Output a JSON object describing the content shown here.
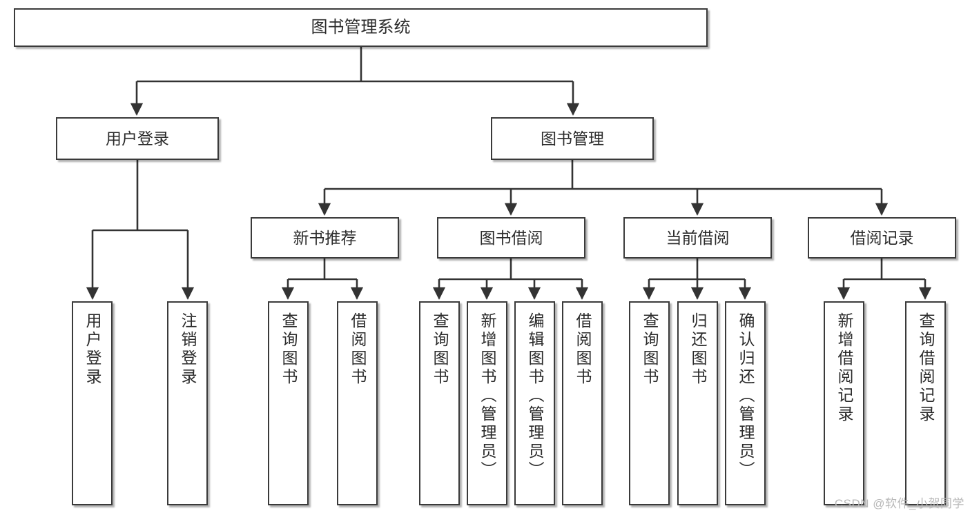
{
  "diagram": {
    "title": "图书管理系统",
    "type": "hierarchy-tree",
    "colors": {
      "box_border": "#3a3a3a",
      "box_fill": "#ffffff",
      "edge": "#333333",
      "text": "#2b2b2b",
      "watermark": "#b8b8b8",
      "background": "#ffffff"
    },
    "nodes": {
      "root": {
        "label": "图书管理系统",
        "level": 1
      },
      "l2": [
        {
          "id": "user-login",
          "label": "用户登录",
          "level": 2
        },
        {
          "id": "book-management",
          "label": "图书管理",
          "level": 2
        }
      ],
      "l3": [
        {
          "id": "new-book-recommend",
          "label": "新书推荐",
          "level": 3,
          "parent": "book-management"
        },
        {
          "id": "book-borrow",
          "label": "图书借阅",
          "level": 3,
          "parent": "book-management"
        },
        {
          "id": "current-borrow",
          "label": "当前借阅",
          "level": 3,
          "parent": "book-management"
        },
        {
          "id": "borrow-record",
          "label": "借阅记录",
          "level": 3,
          "parent": "book-management"
        }
      ],
      "leaves": [
        {
          "id": "leaf-user-login",
          "label": "用户登录",
          "parent": "user-login"
        },
        {
          "id": "leaf-logout-login",
          "label": "注销登录",
          "parent": "user-login"
        },
        {
          "id": "leaf-query-book-1",
          "label": "查询图书",
          "parent": "new-book-recommend"
        },
        {
          "id": "leaf-borrow-book-1",
          "label": "借阅图书",
          "parent": "new-book-recommend"
        },
        {
          "id": "leaf-query-book-2",
          "label": "查询图书",
          "parent": "book-borrow"
        },
        {
          "id": "leaf-add-book",
          "label": "新增图书（管理员）",
          "parent": "book-borrow"
        },
        {
          "id": "leaf-edit-book",
          "label": "编辑图书（管理员）",
          "parent": "book-borrow"
        },
        {
          "id": "leaf-borrow-book-2",
          "label": "借阅图书",
          "parent": "book-borrow"
        },
        {
          "id": "leaf-query-book-3",
          "label": "查询图书",
          "parent": "current-borrow"
        },
        {
          "id": "leaf-return-book",
          "label": "归还图书",
          "parent": "current-borrow"
        },
        {
          "id": "leaf-confirm-return",
          "label": "确认归还（管理员）",
          "parent": "current-borrow"
        },
        {
          "id": "leaf-add-record",
          "label": "新增借阅记录",
          "parent": "borrow-record"
        },
        {
          "id": "leaf-query-record",
          "label": "查询借阅记录",
          "parent": "borrow-record"
        }
      ]
    },
    "watermark": "CSDN @软件_小贺同学"
  }
}
